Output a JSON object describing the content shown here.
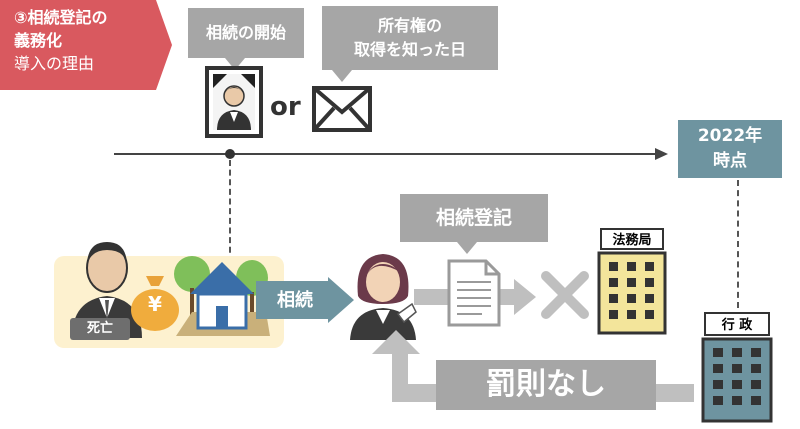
{
  "tag": {
    "line1": "③相続登記の",
    "line2": "義務化",
    "line3": "導入の理由"
  },
  "callouts": {
    "start": "相続の開始",
    "acquire_line1": "所有権の",
    "acquire_line2": "取得を知った日",
    "registration": "相続登記"
  },
  "connector": "or",
  "timeline": {
    "line1": "2022年",
    "line2": "時点"
  },
  "labels": {
    "deceased": "死亡",
    "money_symbol": "¥",
    "inheritance_arrow": "相続",
    "legal_bureau": "法務局",
    "administration": "行 政",
    "no_penalty": "罰則なし"
  },
  "colors": {
    "tag": "#d9595f",
    "callout": "#a6a6a6",
    "timeline_label": "#6e94a0",
    "inheritance_arrow": "#6e94a0",
    "building_legal": "#f3e59b",
    "building_admin": "#6e94a0",
    "estate_background": "#fdf1cf"
  }
}
